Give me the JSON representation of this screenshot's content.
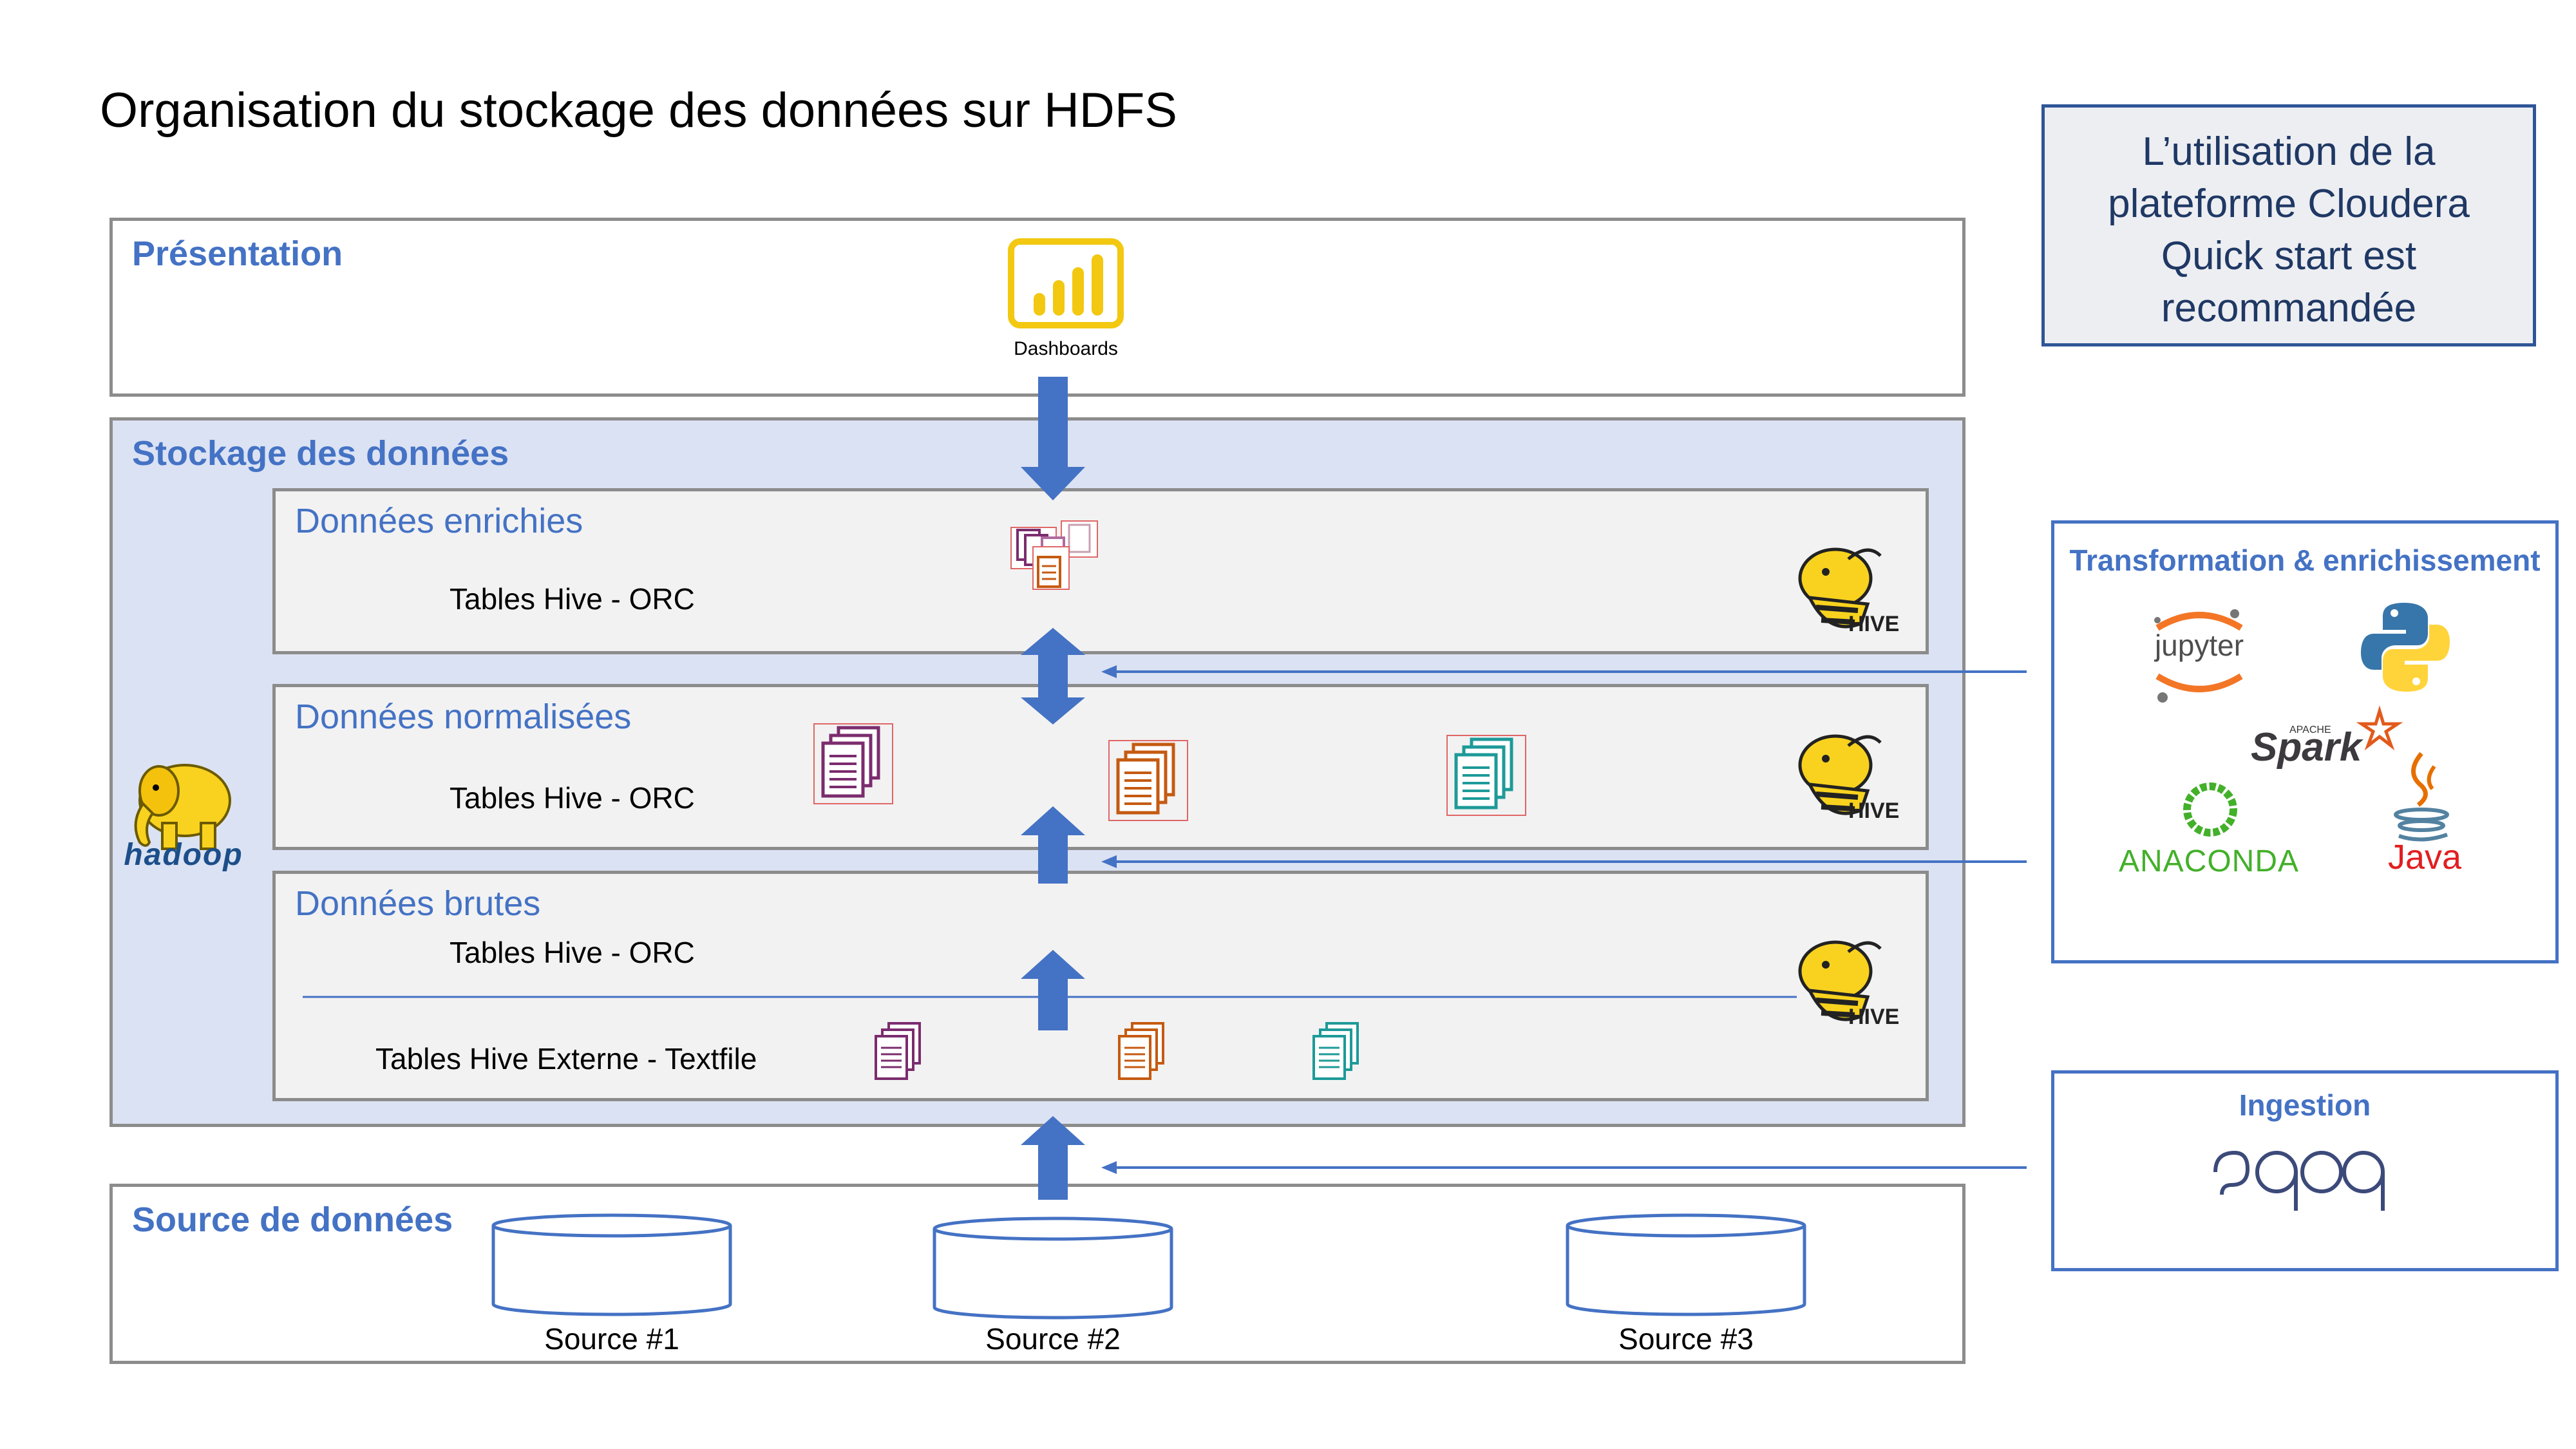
{
  "title": "Organisation du stockage des données sur HDFS",
  "note": {
    "lines": [
      "L’utilisation de la",
      "plateforme Cloudera",
      "Quick start est",
      "recommandée"
    ]
  },
  "presentation": {
    "label": "Présentation",
    "dashboards_caption": "Dashboards",
    "icon": "power-bi-icon"
  },
  "storage": {
    "label": "Stockage des données",
    "hadoop_logo_text": "hadoop",
    "layers": {
      "enrichies": {
        "label": "Données enrichies",
        "tables": "Tables Hive - ORC"
      },
      "normalisees": {
        "label": "Données normalisées",
        "tables": "Tables Hive - ORC"
      },
      "brutes": {
        "label": "Données brutes",
        "tables": "Tables Hive - ORC",
        "external": "Tables Hive Externe - Textfile"
      }
    },
    "hive_logo_text": "HIVE"
  },
  "sources": {
    "label": "Source de données",
    "items": [
      "Source #1",
      "Source #2",
      "Source #3"
    ]
  },
  "transformation": {
    "label": "Transformation & enrichissement",
    "tools": {
      "jupyter": "jupyter",
      "spark_small": "APACHE",
      "spark": "Spark",
      "anaconda": "ANACONDA",
      "java": "Java"
    }
  },
  "ingestion": {
    "label": "Ingestion",
    "tool": "sqoop"
  },
  "colors": {
    "accent": "#4472c4",
    "purple": "#7b2c6e",
    "orange": "#c55a11",
    "teal": "#1d9a98",
    "hive_yellow": "#f8d21e"
  }
}
